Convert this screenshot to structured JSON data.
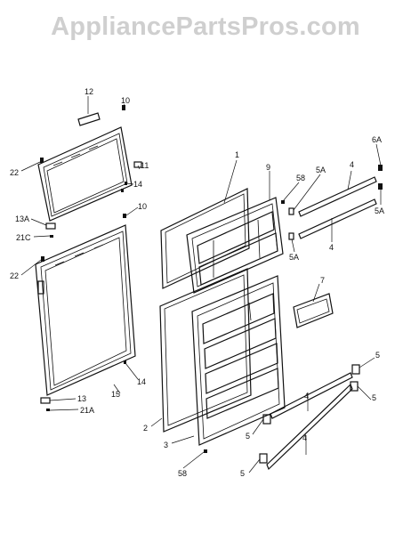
{
  "watermark": "AppliancePartsPros.com",
  "callouts": {
    "c12": "12",
    "c10a": "10",
    "c22a": "22",
    "c11": "11",
    "c14a": "14",
    "c13a": "13A",
    "c21c": "21C",
    "c10b": "10",
    "c22b": "22",
    "c14b": "14",
    "c15": "15",
    "c13": "13",
    "c21a": "21A",
    "c1": "1",
    "c9": "9",
    "c58a": "58",
    "c5aTop": "5A",
    "c4a": "4",
    "c6a": "6A",
    "c5aRight": "5A",
    "c5aLow": "5A",
    "c4b": "4",
    "c7": "7",
    "c2": "2",
    "c3": "3",
    "c58b": "58",
    "c5r1": "5",
    "c5r2": "5",
    "c5l1": "5",
    "c5l2": "5",
    "c4c": "4",
    "c4d": "4"
  },
  "colors": {
    "line": "#111111",
    "watermark": "#cfcfcf",
    "background": "#ffffff"
  }
}
